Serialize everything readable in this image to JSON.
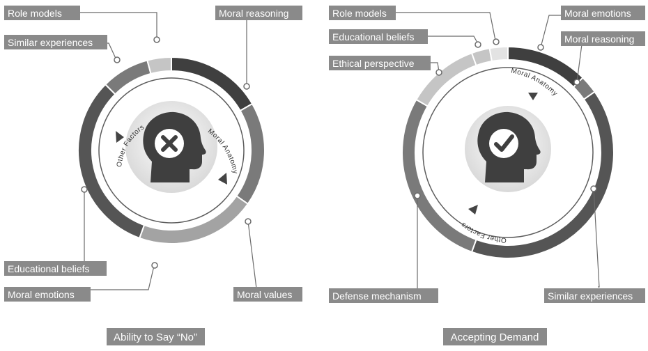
{
  "colors": {
    "darkest": "#3f3f3f",
    "dark": "#555555",
    "mid": "#7a7a7a",
    "light": "#a3a3a3",
    "lighter": "#c5c5c5",
    "lightest": "#e3e3e3",
    "label_box": "#8a8a8a"
  },
  "left": {
    "caption": "Ability to Say “No”",
    "icon": "cross-icon",
    "inner_labels": {
      "other": "Other Factors",
      "moral": "Moral Anatomy"
    },
    "labels": {
      "role_models": "Role models",
      "similar_experiences": "Similar experiences",
      "educational_beliefs": "Educational beliefs",
      "moral_emotions": "Moral emotions",
      "moral_reasoning": "Moral reasoning",
      "moral_values": "Moral values"
    }
  },
  "right": {
    "caption": "Accepting Demand",
    "icon": "check-icon",
    "inner_labels": {
      "other": "Other Factors",
      "moral": "Moral Anatomy"
    },
    "labels": {
      "role_models": "Role models",
      "educational_beliefs": "Educational beliefs",
      "ethical_perspective": "Ethical perspective",
      "defense_mechanism": "Defense mechanism",
      "moral_emotions": "Moral emotions",
      "moral_reasoning": "Moral reasoning",
      "similar_experiences": "Similar experiences"
    }
  }
}
